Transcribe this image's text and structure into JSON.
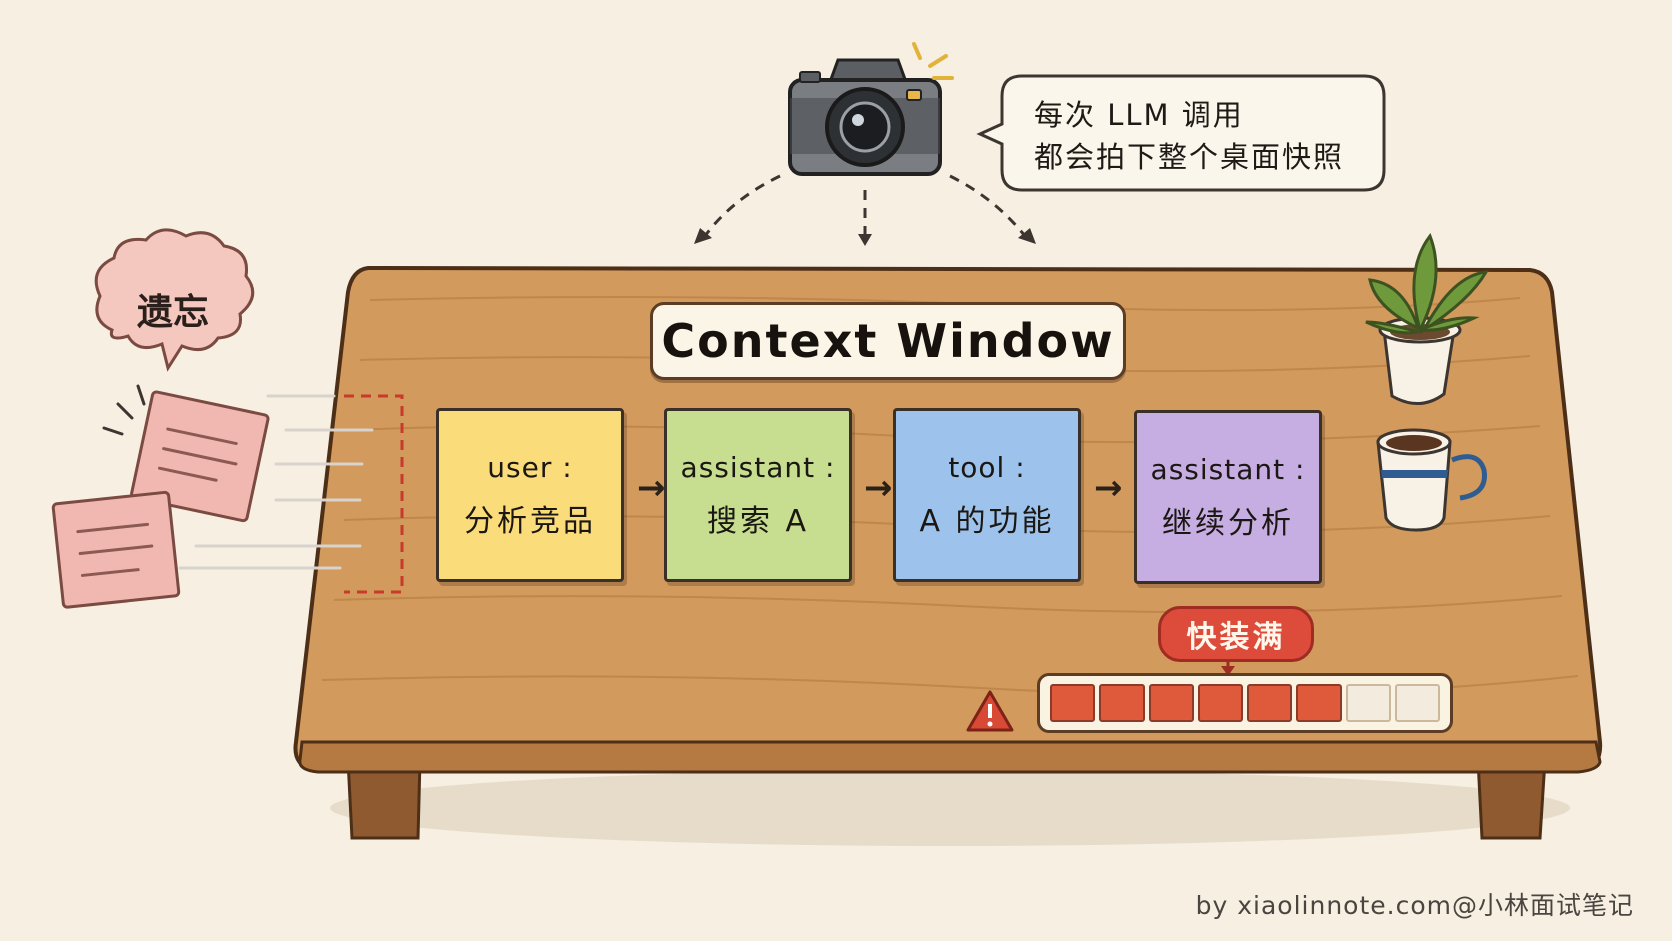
{
  "camera": {
    "bubble_line1": "每次 LLM 调用",
    "bubble_line2": "都会拍下整个桌面快照"
  },
  "forget": {
    "label": "遗忘"
  },
  "context_window": {
    "title": "Context Window",
    "messages": [
      {
        "role": "user :",
        "content": "分析竞品",
        "color": "#fbdc7a"
      },
      {
        "role": "assistant :",
        "content": "搜索 A",
        "color": "#c7dd8f"
      },
      {
        "role": "tool :",
        "content": "A 的功能",
        "color": "#9dc3ec"
      },
      {
        "role": "assistant :",
        "content": "继续分析",
        "color": "#c7aee2"
      }
    ]
  },
  "capacity": {
    "warning_label": "快装满",
    "filled_segments": 6,
    "total_segments": 8,
    "fill_fraction": 0.75,
    "fill_color": "#de5a3a"
  },
  "credit": "by xiaolinnote.com@小林面试笔记",
  "icons": [
    "camera-icon",
    "speech-bubble-icon",
    "thought-cloud-icon",
    "sticky-note-icon",
    "plant-icon",
    "coffee-mug-icon",
    "warning-icon",
    "table-icon"
  ]
}
